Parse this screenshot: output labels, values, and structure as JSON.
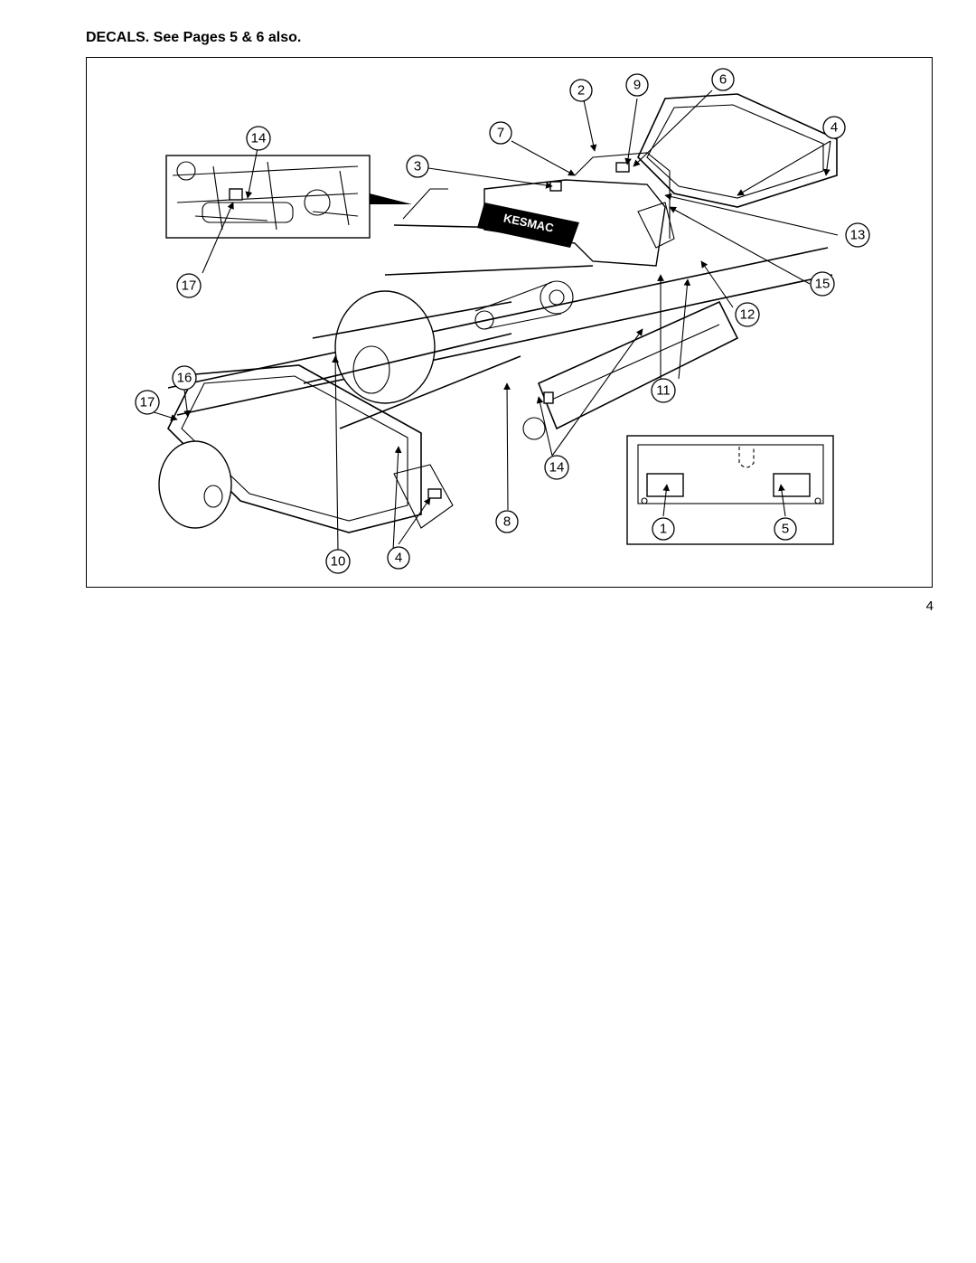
{
  "heading": "DECALS. See Pages 5 & 6 also.",
  "page_number": "4",
  "figure": {
    "brand_logo": "KESMAC",
    "callouts": {
      "c1": "1",
      "c2": "2",
      "c3": "3",
      "c4a": "4",
      "c4b": "4",
      "c5": "5",
      "c6": "6",
      "c7": "7",
      "c8": "8",
      "c9": "9",
      "c10": "10",
      "c11": "11",
      "c12": "12",
      "c13": "13",
      "c14a": "14",
      "c14b": "14",
      "c15": "15",
      "c16": "16",
      "c17a": "17",
      "c17b": "17"
    }
  }
}
